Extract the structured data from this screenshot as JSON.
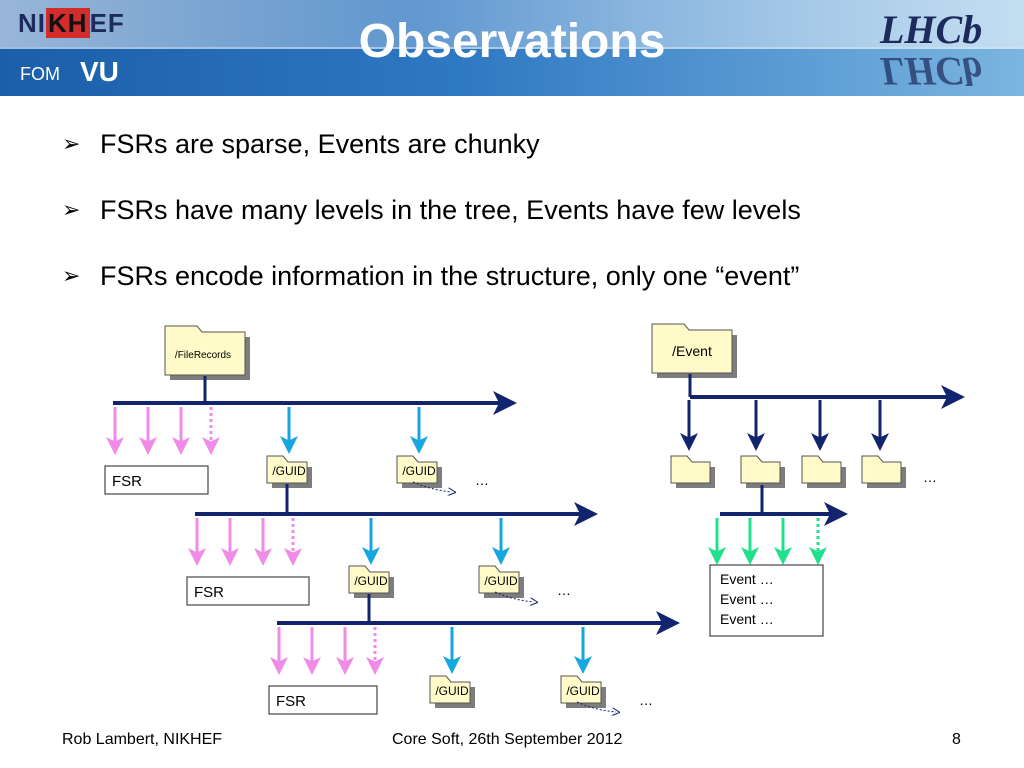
{
  "header": {
    "title": "Observations",
    "logos": {
      "nikhef_prefix": "NI",
      "nikhef_highlight": "KH",
      "nikhef_suffix": "EF",
      "fom": "FOM",
      "vu": "VU",
      "lhcb": "LHCb"
    }
  },
  "bullets": [
    {
      "marker": "➢",
      "text": "FSRs are sparse, Events are chunky"
    },
    {
      "marker": "➢",
      "text": "FSRs have many levels in the tree, Events have few levels"
    },
    {
      "marker": "➢",
      "text": "FSRs encode information in the structure, only one “event”"
    }
  ],
  "diagram": {
    "colors": {
      "trunk": "#13246e",
      "guid_arrow": "#16a6e0",
      "fsr_arrow": "#f08ce8",
      "event_arrow": "#1fe08c",
      "folder_fill": "#fffac8",
      "folder_shadow": "#7d7d7d"
    },
    "filerecords": {
      "root_label": "/FileRecords",
      "fsr_label": "FSR",
      "guid_label": "/GUID",
      "ellipsis": "…"
    },
    "event": {
      "root_label": "/Event",
      "ellipsis": "…",
      "event_lines": [
        "Event …",
        "Event …",
        "Event …"
      ]
    }
  },
  "footer": {
    "author": "Rob Lambert, NIKHEF",
    "event": "Core Soft, 26th September 2012",
    "page_number": "8"
  }
}
